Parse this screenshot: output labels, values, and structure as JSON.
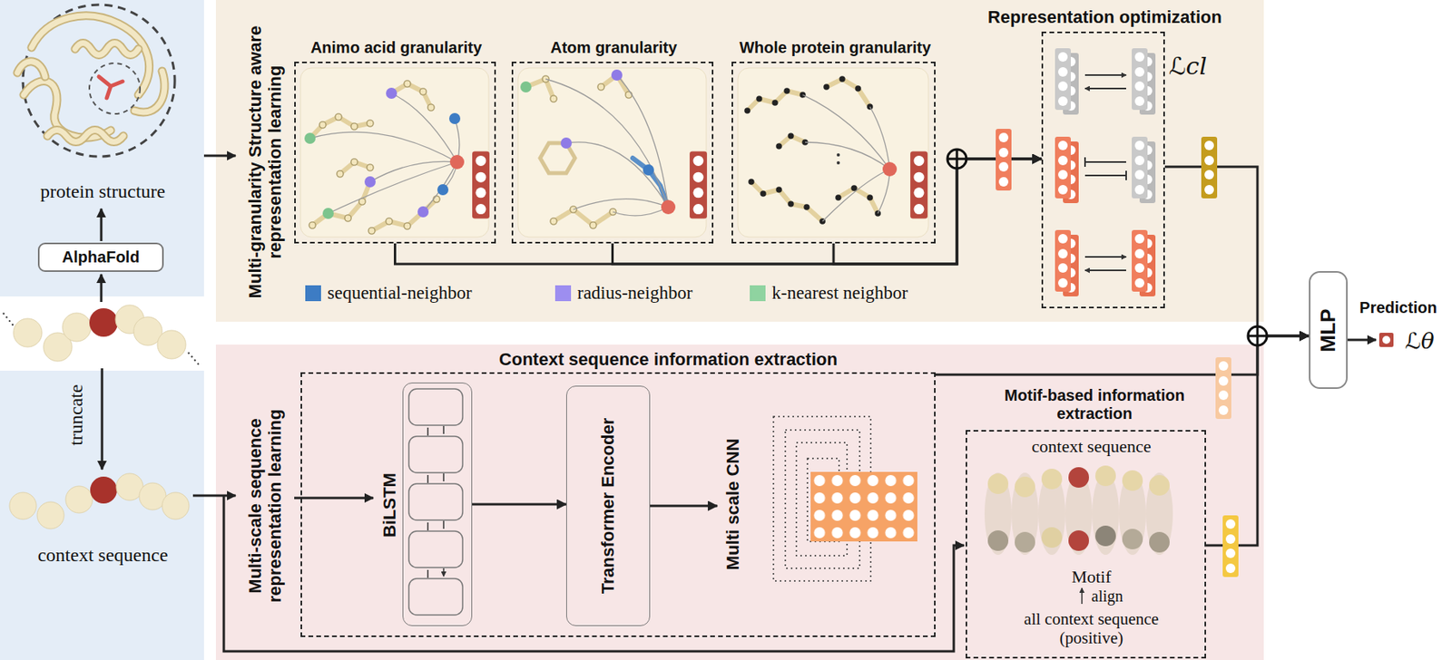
{
  "diagram": {
    "nodes": [
      {
        "text": [
          "AlphaFold"
        ]
      },
      {
        "text": [
          "Multi-granularity Structure aware representation learning"
        ]
      },
      {
        "text": [
          "Animo acid granularity"
        ],
        "in": 1
      },
      {
        "text": [
          "Atom granularity"
        ],
        "in": 1
      },
      {
        "text": [
          "Whole protein granularity"
        ],
        "in": 1
      },
      {
        "text": [
          "Representation optimization",
          "ℒcl"
        ],
        "in": 1
      },
      {
        "text": [
          "Multi-scale sequence representation learning"
        ]
      },
      {
        "text": [
          "Context sequence information extraction"
        ],
        "in": 6
      },
      {
        "text": [
          "BiLSTM"
        ],
        "in": 7
      },
      {
        "text": [
          "Transformer Encoder"
        ],
        "in": 7
      },
      {
        "text": [
          "Multi scale CNN"
        ],
        "in": 7
      },
      {
        "text": [
          "Motif-based information extraction",
          "context sequence",
          "Motif",
          "align",
          "all context sequence (positive)"
        ],
        "in": 6
      },
      {
        "text": [
          "MLP"
        ]
      }
    ],
    "edges": [
      {
        "from": 2,
        "to": 5,
        "arrow": "to"
      },
      {
        "from": 3,
        "to": 5,
        "arrow": "to"
      },
      {
        "from": 4,
        "to": 5,
        "arrow": "to"
      },
      {
        "from": 5,
        "to": 12,
        "arrow": "to"
      },
      {
        "from": 7,
        "to": 12,
        "arrow": "to"
      },
      {
        "from": 11,
        "to": 12,
        "arrow": "to"
      },
      {
        "from": 8,
        "to": 9,
        "arrow": "to"
      },
      {
        "from": 9,
        "to": 10,
        "arrow": "to"
      }
    ],
    "labels": [
      "protein structure",
      "truncate",
      "context sequence",
      "Prediction",
      "ℒθ"
    ],
    "legend": [
      {
        "text": "sequential-neighbor",
        "color": "#3d7cc4"
      },
      {
        "text": "radius-neighbor",
        "color": "#9d8ef0"
      },
      {
        "text": "k-nearest neighbor",
        "color": "#8fd3a0"
      }
    ]
  }
}
